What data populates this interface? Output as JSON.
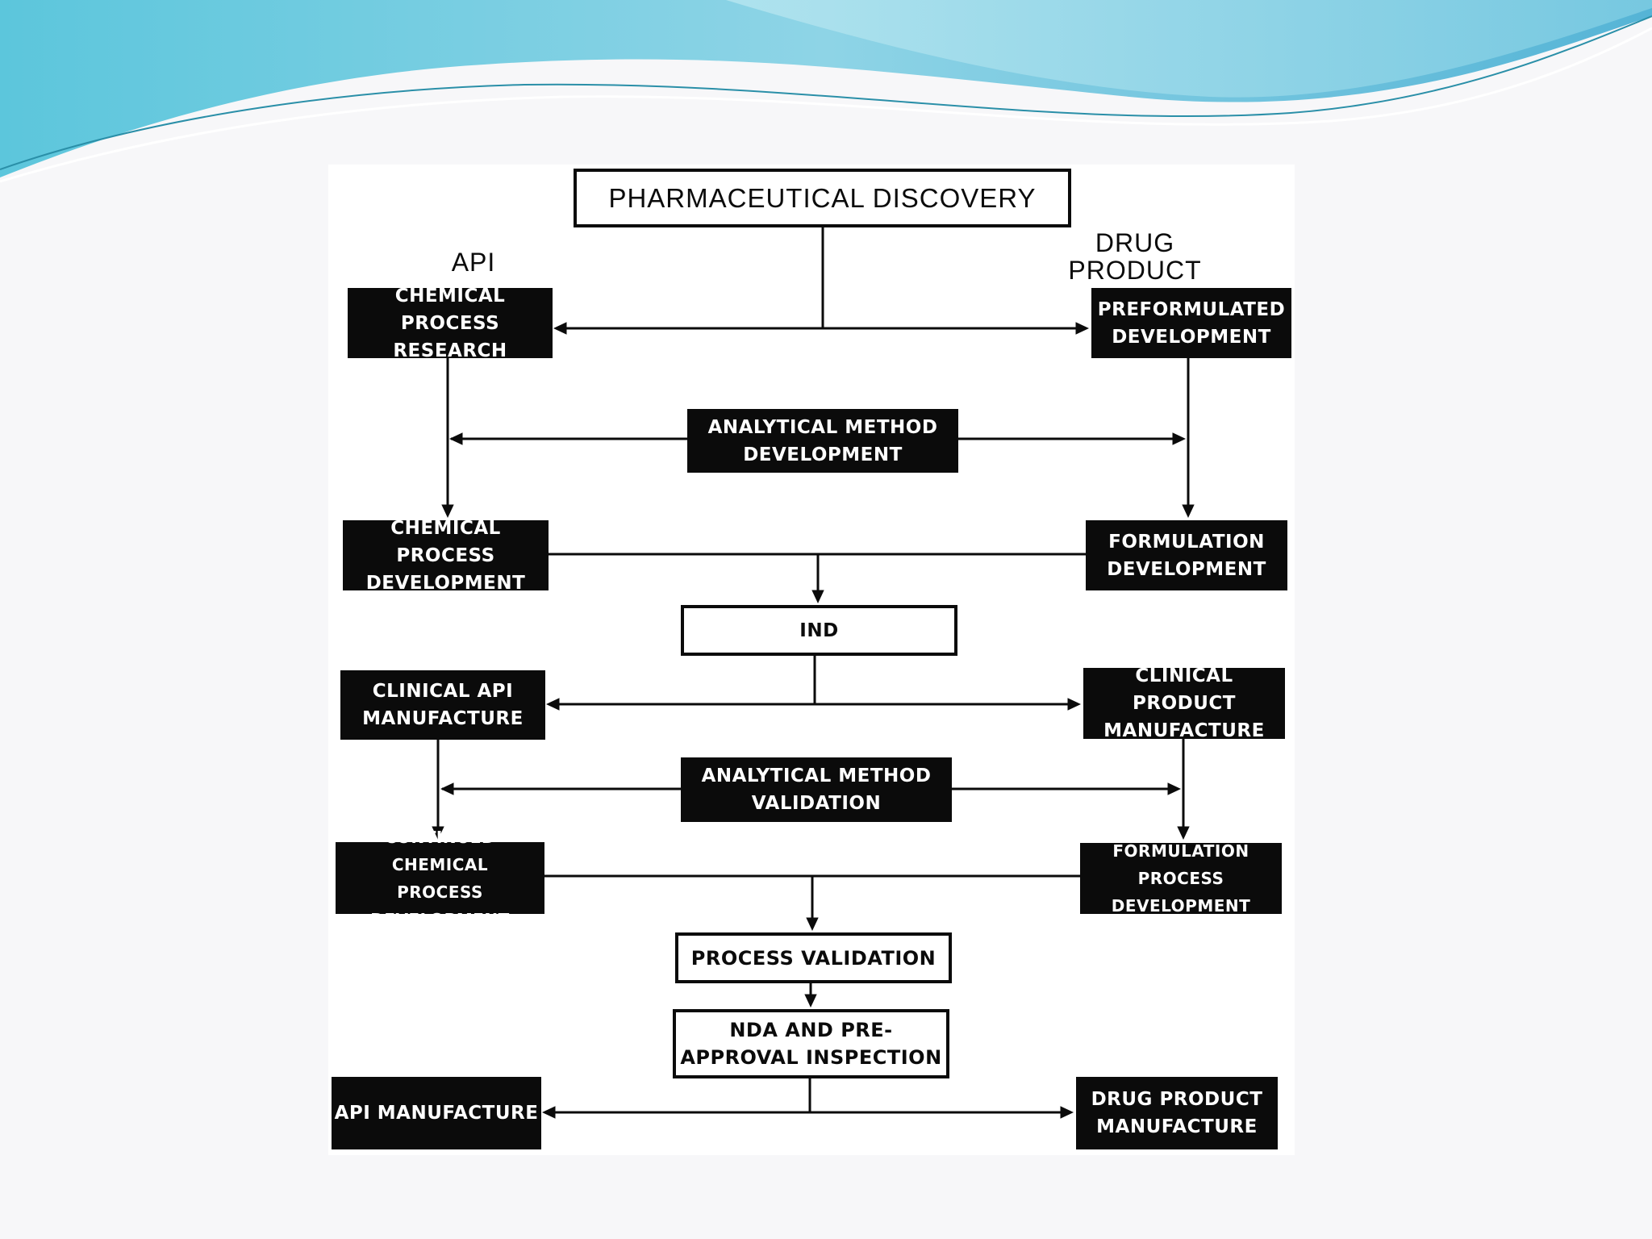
{
  "diagram": {
    "title": "PHARMACEUTICAL DISCOVERY",
    "left_column_heading": "API",
    "right_column_heading": "DRUG\nPRODUCT",
    "nodes": {
      "chem_research": "CHEMICAL PROCESS\nRESEARCH",
      "preformulated": "PREFORMULATED\nDEVELOPMENT",
      "analytical_dev": "ANALYTICAL METHOD\nDEVELOPMENT",
      "chem_dev": "CHEMICAL PROCESS\nDEVELOPMENT",
      "formulation_dev": "FORMULATION\nDEVELOPMENT",
      "ind": "IND",
      "clinical_api": "CLINICAL API\nMANUFACTURE",
      "clinical_product": "CLINICAL PRODUCT\nMANUFACTURE",
      "analytical_val": "ANALYTICAL METHOD\nVALIDATION",
      "continued_chem": "CONTINUED CHEMICAL\nPROCESS DEVELOPMENT",
      "formulation_process": "FORMULATION PROCESS\nDEVELOPMENT",
      "process_validation": "PROCESS VALIDATION",
      "nda": "NDA AND PRE-\nAPPROVAL INSPECTION",
      "api_manufacture": "API MANUFACTURE",
      "drug_product_manufacture": "DRUG PRODUCT\nMANUFACTURE"
    }
  }
}
